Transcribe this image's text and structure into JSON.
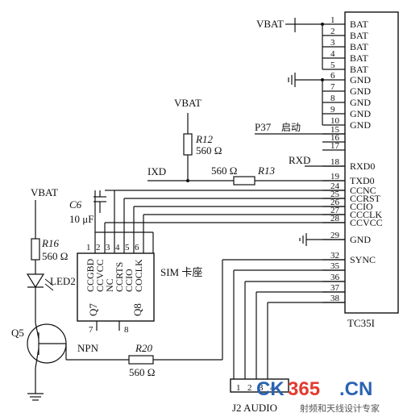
{
  "module": {
    "name": "TC35I",
    "pins": [
      {
        "num": "1",
        "label": "BAT"
      },
      {
        "num": "2",
        "label": "BAT"
      },
      {
        "num": "3",
        "label": "BAT"
      },
      {
        "num": "4",
        "label": "BAT"
      },
      {
        "num": "5",
        "label": "BAT"
      },
      {
        "num": "6",
        "label": "GND"
      },
      {
        "num": "7",
        "label": "GND"
      },
      {
        "num": "8",
        "label": "GND"
      },
      {
        "num": "9",
        "label": "GND"
      },
      {
        "num": "10",
        "label": "GND"
      },
      {
        "num": "15",
        "label": ""
      },
      {
        "num": "16",
        "label": ""
      },
      {
        "num": "17",
        "label": ""
      },
      {
        "num": "18",
        "label": "RXD0"
      },
      {
        "num": "19",
        "label": "TXD0"
      },
      {
        "num": "24",
        "label": "CCNC"
      },
      {
        "num": "25",
        "label": "CCRST"
      },
      {
        "num": "26",
        "label": "CCIO"
      },
      {
        "num": "27",
        "label": "CCCLK"
      },
      {
        "num": "28",
        "label": "CCVCC"
      },
      {
        "num": "29",
        "label": "GND"
      },
      {
        "num": "32",
        "label": "SYNC"
      },
      {
        "num": "35",
        "label": ""
      },
      {
        "num": "36",
        "label": ""
      },
      {
        "num": "37",
        "label": ""
      },
      {
        "num": "38",
        "label": ""
      }
    ]
  },
  "nets": {
    "vbat_top": "VBAT",
    "p37": "P37",
    "p37_note": "启动",
    "rxd": "RXD",
    "ixd": "IXD",
    "vbat_r12": "VBAT",
    "vbat_left": "VBAT"
  },
  "components": {
    "r12": {
      "name": "R12",
      "value": "560 Ω"
    },
    "r13": {
      "name": "R13",
      "value": "560 Ω"
    },
    "r16": {
      "name": "R16",
      "value": "560 Ω"
    },
    "r20": {
      "name": "R20",
      "value": "560 Ω"
    },
    "c6": {
      "name": "C6",
      "value": "10 μF"
    },
    "led": {
      "name": "LED2"
    },
    "q5": {
      "name": "Q5",
      "type": "NPN"
    }
  },
  "sim": {
    "label": "SIM 卡座",
    "pin_numbers": [
      "1",
      "2",
      "3",
      "4",
      "5",
      "6"
    ],
    "bottom_pins": [
      "7",
      "8"
    ],
    "signals": [
      "CCGBD",
      "CCVCC",
      "NC",
      "CCRTS",
      "CCIO",
      "COCLK"
    ],
    "q7": "Q7",
    "q8": "Q8"
  },
  "audio": {
    "label": "J2  AUDIO",
    "pins": [
      "1",
      "2",
      "3",
      "4"
    ]
  },
  "watermark": {
    "brand_left": "CK",
    "brand_mid": "365",
    "brand_right": ".CN",
    "tagline": "射频和天线设计专家"
  }
}
